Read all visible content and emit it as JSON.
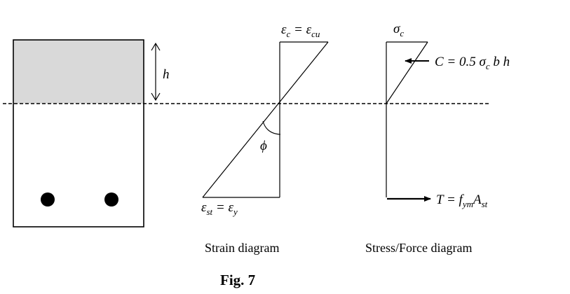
{
  "labels": {
    "h": "h",
    "eps_c": "ε",
    "eps_c_sub": "c",
    "eq1": " = ε",
    "eps_cu_sub": "cu",
    "phi": "ϕ",
    "eps_st": "ε",
    "eps_st_sub": "st",
    "eq2": " = ε",
    "eps_y_sub": "y",
    "sigma_c": "σ",
    "sigma_c_sub": "c",
    "C_pre": "C = 0.5 σ",
    "C_sub": "c",
    "C_post": " b h",
    "T_pre": "T = f",
    "T_sub1": "ym",
    "T_mid": "A",
    "T_sub2": "st"
  },
  "captions": {
    "strain": "Strain diagram",
    "stress": "Stress/Force diagram",
    "figure": "Fig. 7"
  },
  "colors": {
    "compression_zone": "#d9d9d9",
    "line": "#000000"
  }
}
